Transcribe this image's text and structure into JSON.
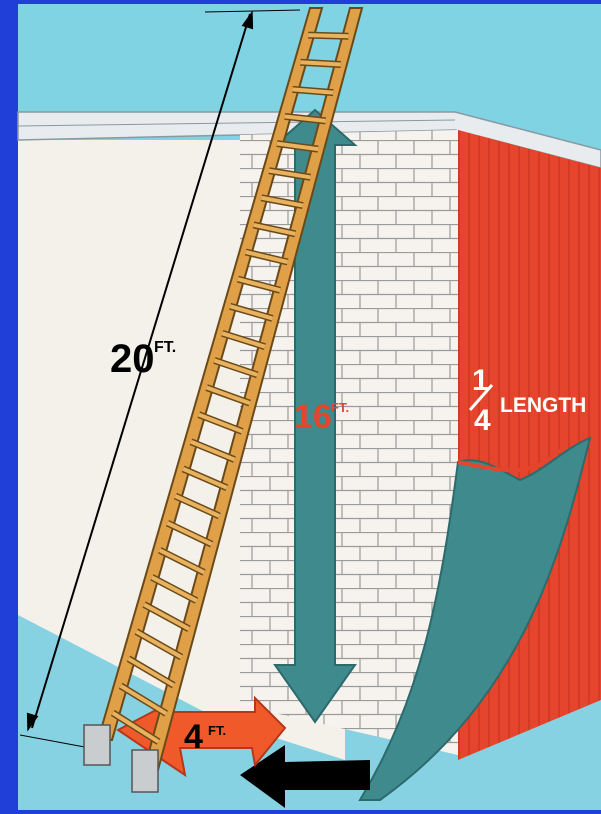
{
  "labels": {
    "ladder_length_num": "20",
    "ladder_length_unit": "FT.",
    "wall_height_num": "16",
    "wall_height_unit": "FT.",
    "base_distance_num": "4",
    "base_distance_unit": "FT.",
    "fraction_num": "1",
    "fraction_den": "4",
    "fraction_word": "LENGTH"
  },
  "colors": {
    "frame": "#1f3fd8",
    "sky": "#7fd3e3",
    "ground": "#86d2e2",
    "left_wall": "#f4f1ea",
    "brick_wall": "#f6f3ee",
    "brick_lines": "#9a9a9a",
    "red_wall": "#e5452c",
    "teal_arrow": "#3f8a8c",
    "ladder": "#e0a048",
    "ladder_outline": "#6b4a1a",
    "orange_arrow": "#f05a2a",
    "black_arrow": "#000000"
  }
}
